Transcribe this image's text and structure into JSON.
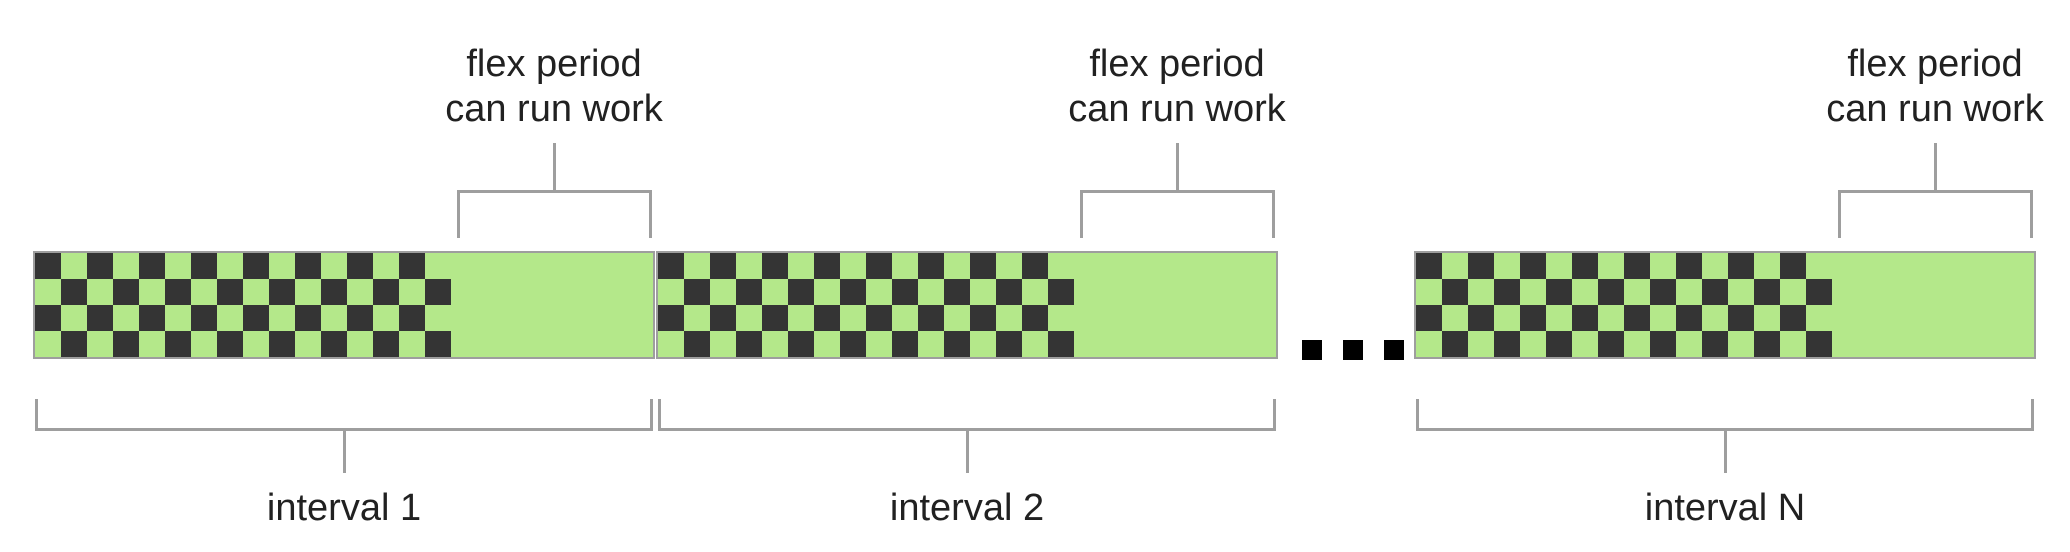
{
  "diagram": {
    "description_colors": {
      "flex_region_green": "#b4e88a",
      "busy_checker_dark": "#343434",
      "bracket_line_gray": "#9e9e9e",
      "label_text": "#212121",
      "ellipsis_dot_black": "#000000"
    },
    "intervals": [
      {
        "flex_line1": "flex period",
        "flex_line2": "can run work",
        "label": "interval 1"
      },
      {
        "flex_line1": "flex period",
        "flex_line2": "can run work",
        "label": "interval 2"
      },
      {
        "flex_line1": "flex period",
        "flex_line2": "can run work",
        "label": "interval N"
      }
    ],
    "separator": {
      "style": "square-dots",
      "count": 3
    }
  }
}
